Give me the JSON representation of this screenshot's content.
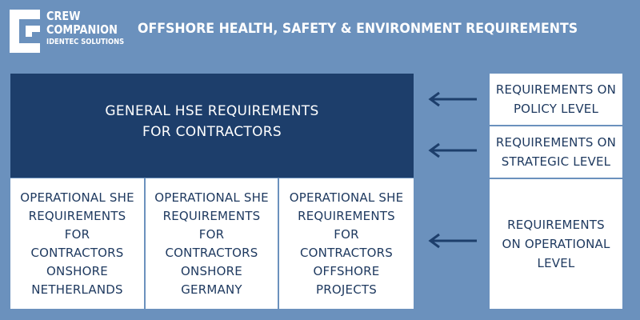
{
  "logo": {
    "line1": "CREW",
    "line2": "COMPANION",
    "line3": "IDENTEC SOLUTIONS"
  },
  "header": {
    "title": "OFFSHORE HEALTH, SAFETY & ENVIRONMENT REQUIREMENTS"
  },
  "general": {
    "text": "GENERAL HSE REQUIREMENTS\nFOR CONTRACTORS"
  },
  "operational": [
    {
      "text": "OPERATIONAL SHE\nREQUIREMENTS\nFOR\nCONTRACTORS\nONSHORE\nNETHERLANDS"
    },
    {
      "text": "OPERATIONAL SHE\nREQUIREMENTS\nFOR\nCONTRACTORS\nONSHORE\nGERMANY"
    },
    {
      "text": "OPERATIONAL SHE\nREQUIREMENTS\nFOR\nCONTRACTORS\nOFFSHORE\nPROJECTS"
    }
  ],
  "levels": [
    {
      "text": "REQUIREMENTS ON\nPOLICY LEVEL"
    },
    {
      "text": "REQUIREMENTS ON\nSTRATEGIC LEVEL"
    },
    {
      "text": "REQUIREMENTS\nON OPERATIONAL\nLEVEL"
    }
  ],
  "colors": {
    "background": "#6b91bd",
    "dark_box": "#1d3e6b",
    "text_dark": "#1f3a60",
    "white": "#ffffff"
  },
  "icons": {
    "logo_mark": "crew-companion-logo-mark",
    "arrows": "arrow-left-icon"
  }
}
